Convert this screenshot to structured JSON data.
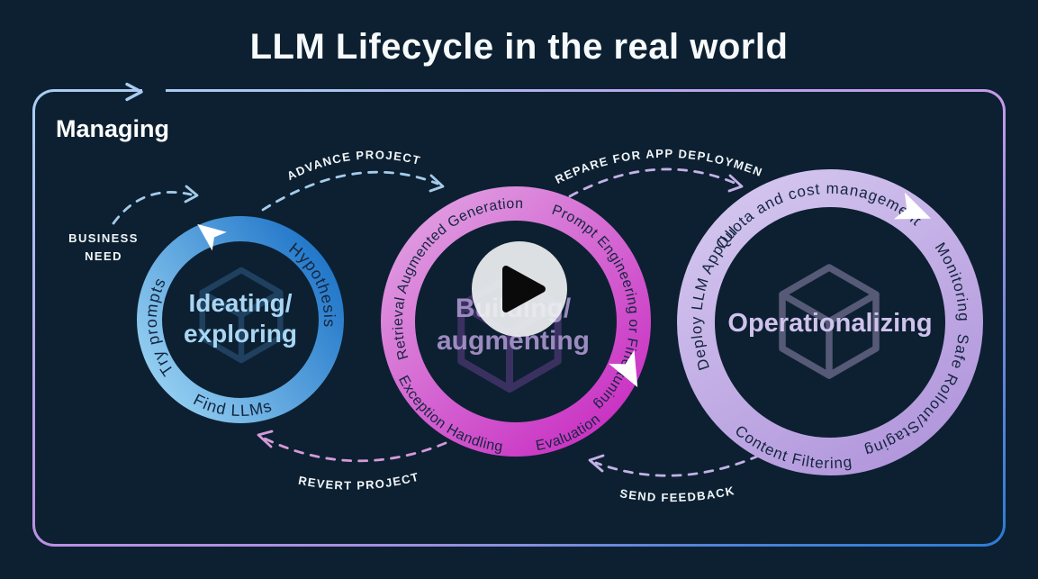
{
  "title": "LLM Lifecycle in the real world",
  "board": {
    "label": "Managing"
  },
  "flow": {
    "business_need_line1": "BUSINESS",
    "business_need_line2": "NEED",
    "advance_project": "ADVANCE PROJECT",
    "prepare_deployment": "PREPARE FOR APP DEPLOYMENT",
    "revert_project": "REVERT PROJECT",
    "send_feedback": "SEND FEEDBACK"
  },
  "stage1": {
    "title_line1": "Ideating/",
    "title_line2": "exploring",
    "ring": {
      "hypothesis": "Hypothesis",
      "find_llms": "Find LLMs",
      "try_prompts": "Try prompts"
    }
  },
  "stage2": {
    "title_line1": "Building/",
    "title_line2": "augmenting",
    "ring": {
      "rag": "Retrieval Augmented Generation",
      "prompt_engineering": "Prompt Engineering or Fine-tuning",
      "evaluation": "Evaluation",
      "exception_handling": "Exception Handling"
    }
  },
  "stage3": {
    "title": "Operationalizing",
    "ring": {
      "quota": "Quota and cost management",
      "monitoring": "Monitoring",
      "safe_rollout": "Safe Rollout/Staging",
      "content_filtering": "Content Filtering",
      "deploy": "Deploy LLM App/UI"
    }
  },
  "icons": {
    "stage_center_glyph": "cube-icon",
    "video_control": "play-icon",
    "flow_tips": "chevron-arrow-icon"
  },
  "colors": {
    "background": "#0c2031",
    "stage1_ring_start": "#96d0f2",
    "stage1_ring_end": "#1e74c8",
    "stage2_ring_start": "#e0a0e2",
    "stage2_ring_end": "#c92ec2",
    "stage3_ring_start": "#cfc0ec",
    "stage3_ring_end": "#b49ade",
    "border_blue": "#a9cdf2",
    "border_purple": "#c49ae9",
    "blue_arrow": "#a5cbea",
    "purple_arrow": "#c4b0e6",
    "pink_arrow": "#d49ad8"
  }
}
